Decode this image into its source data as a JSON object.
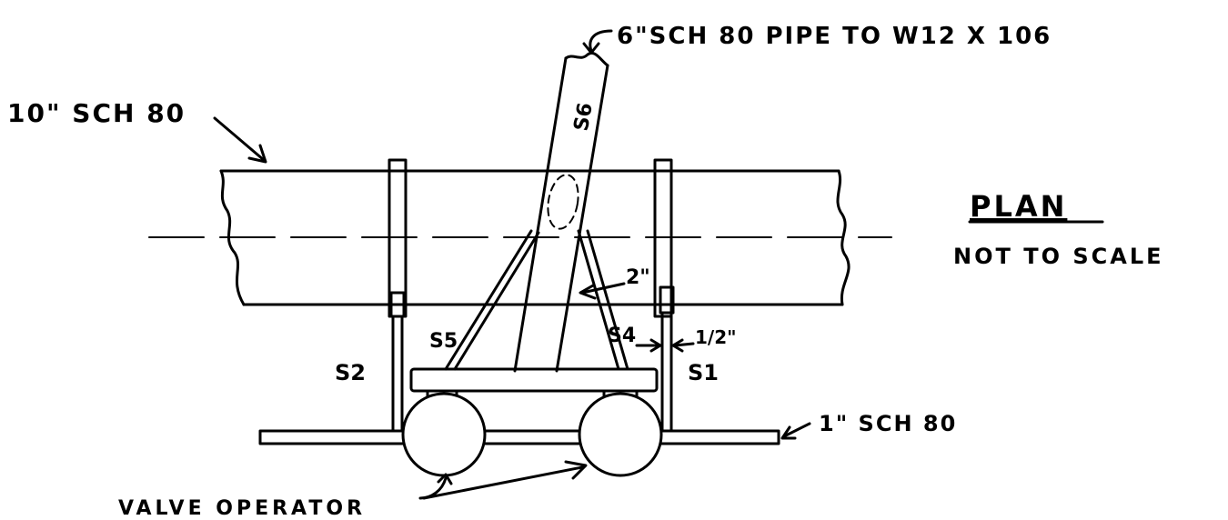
{
  "labels": {
    "top_pipe": "6\"SCH 80 PIPE TO W12 X 106",
    "main_pipe": "10\" SCH 80",
    "plan": "PLAN",
    "scale_note": "NOT TO SCALE",
    "small_pipe": "1\" SCH 80",
    "valve": "VALVE OPERATOR",
    "dim_2": "2\"",
    "dim_half": "1/2\""
  },
  "supports": {
    "s1": "S1",
    "s2": "S2",
    "s4": "S4",
    "s5": "S5",
    "s6": "S6"
  }
}
